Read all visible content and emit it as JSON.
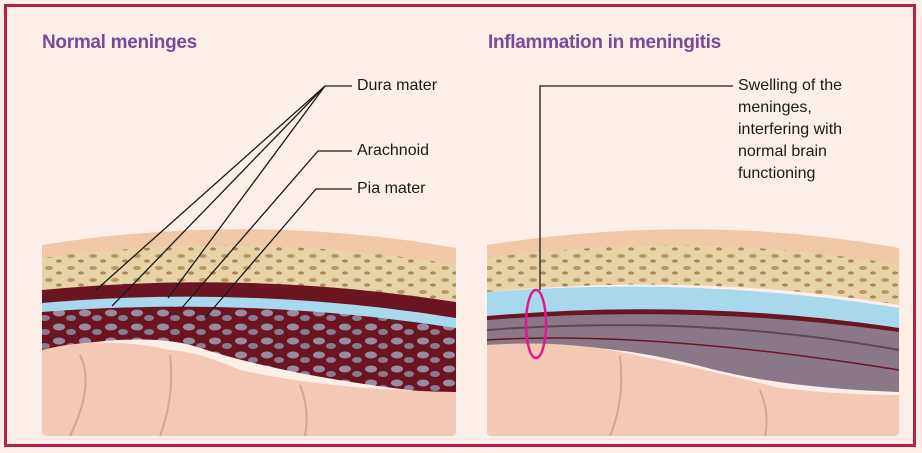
{
  "panels": {
    "left": {
      "title": "Normal meninges"
    },
    "right": {
      "title": "Inflammation in meningitis"
    }
  },
  "labels": {
    "dura": "Dura mater",
    "arachnoid": "Arachnoid",
    "pia": "Pia mater",
    "swelling": "Swelling of the\nmeninges,\ninterfering with\nnormal brain\nfunctioning"
  },
  "colors": {
    "border": "#b8224a",
    "background": "#fdeee8",
    "title": "#7a4a9a",
    "scalp": "#f0c8a8",
    "bone": "#e8d3a8",
    "dura": "#6b1422",
    "arachnoid": "#a8d8ec",
    "pia_space": "#8a7888",
    "brain": "#f3c9b6",
    "highlight": "#e01a8a"
  }
}
